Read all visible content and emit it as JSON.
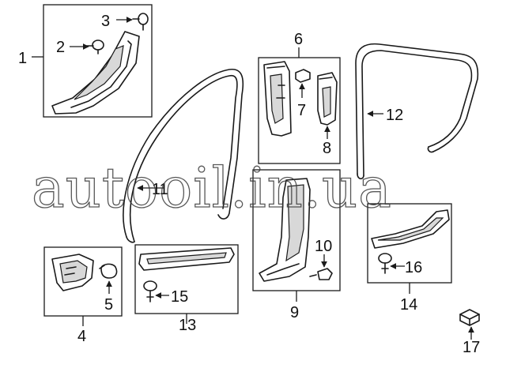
{
  "watermark": "autooil.in.ua",
  "callouts": {
    "c1": "1",
    "c2": "2",
    "c3": "3",
    "c4": "4",
    "c5": "5",
    "c6": "6",
    "c7": "7",
    "c8": "8",
    "c9": "9",
    "c10": "10",
    "c11": "11",
    "c12": "12",
    "c13": "13",
    "c14": "14",
    "c15": "15",
    "c16": "16",
    "c17": "17"
  }
}
